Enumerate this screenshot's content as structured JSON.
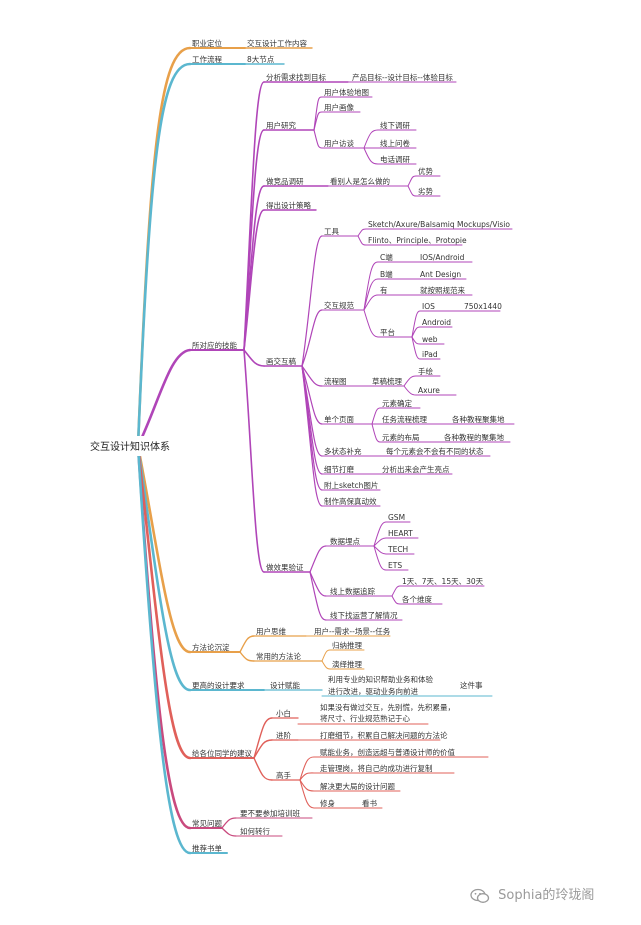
{
  "root": "交互设计知识体系",
  "colors": {
    "orange": "#e8a04a",
    "teal": "#5bb7cf",
    "purple": "#b045b8",
    "red": "#e0605a",
    "pink": "#c94a7e",
    "text": "#333333"
  },
  "branches": {
    "position": {
      "label": "职业定位",
      "child": "交互设计工作内容"
    },
    "workflow": {
      "label": "工作流程",
      "child": "8大节点"
    },
    "skills": {
      "label": "所对应的技能",
      "goals": {
        "label": "分析需求找到目标",
        "child": "产品目标--设计目标--体验目标"
      },
      "research": {
        "label": "用户研究",
        "journey": "用户体验地图",
        "persona": "用户画像",
        "interview": {
          "label": "用户访谈",
          "items": [
            "线下调研",
            "线上问卷",
            "电话调研"
          ]
        }
      },
      "competitor": {
        "label": "做竞品调研",
        "child": "看别人是怎么做的",
        "items": [
          "优势",
          "劣势"
        ]
      },
      "strategy": "得出设计策略",
      "prototype": {
        "label": "画交互稿",
        "tools": {
          "label": "工具",
          "items": [
            "Sketch/Axure/Balsamiq Mockups/Visio",
            "Flinto、Principle、Protopie"
          ]
        },
        "spec": {
          "label": "交互规范",
          "c": {
            "label": "C端",
            "child": "IOS/Android"
          },
          "b": {
            "label": "B端",
            "child": "Ant Design"
          },
          "has": {
            "label": "有",
            "child": "就按照规范来"
          },
          "platform": {
            "label": "平台",
            "ios": "IOS",
            "ios_size": "750x1440",
            "items": [
              "Android",
              "web",
              "iPad"
            ]
          }
        },
        "flow": {
          "label": "流程图",
          "sketch": "草稿梳理",
          "items": [
            "手绘",
            "Axure"
          ]
        },
        "page": {
          "label": "单个页面",
          "confirm": "元素确定",
          "task": {
            "label": "任务流程梳理",
            "child": "各种教程聚集地"
          },
          "layout": {
            "label": "元素的布局",
            "child": "各种教程的聚集地"
          }
        },
        "states": {
          "label": "多状态补充",
          "child": "每个元素会不会有不同的状态"
        },
        "polish": {
          "label": "细节打磨",
          "child": "分析出来会产生亮点"
        },
        "attach": "附上sketch图片",
        "motion": "制作高保真动效"
      },
      "validate": {
        "label": "做效果验证",
        "tracking": {
          "label": "数据埋点",
          "items": [
            "GSM",
            "HEART",
            "TECH",
            "ETS"
          ]
        },
        "online": {
          "label": "线上数据追踪",
          "items": [
            "1天、7天、15天、30天",
            "各个维度"
          ]
        },
        "offline": "线下找运营了解情况"
      }
    },
    "method": {
      "label": "方法论沉淀",
      "thinking": {
        "label": "用户思维",
        "child": "用户--需求--场景--任务"
      },
      "common": {
        "label": "常用的方法论",
        "items": [
          "归纳推理",
          "演绎推理"
        ]
      }
    },
    "higher": {
      "label": "更高的设计要求",
      "empower": {
        "label": "设计赋能",
        "line1": "利用专业的知识帮助业务和体验",
        "line2": "进行改进，驱动业务向前进",
        "extra": "这件事"
      }
    },
    "advice": {
      "label": "给各位同学的建议",
      "novice": {
        "label": "小白",
        "line1": "如果没有做过交互，先别慌，先积累量，",
        "line2": "将尺寸、行业规范熟记于心"
      },
      "advanced": {
        "label": "进阶",
        "child": "打磨细节，积累自己解决问题的方法论"
      },
      "expert": {
        "label": "高手",
        "items": [
          "赋能业务，创造远超与普通设计师的价值",
          "走管理岗，将自己的成功进行复制",
          "解决更大局的设计问题"
        ],
        "cultivate": {
          "label": "修身",
          "child": "看书"
        }
      }
    },
    "faq": {
      "label": "常见问题",
      "items": [
        "要不要参加培训班",
        "如何转行"
      ]
    },
    "books": {
      "label": "推荐书单"
    }
  },
  "watermark": "Sophia的玲珑阁"
}
